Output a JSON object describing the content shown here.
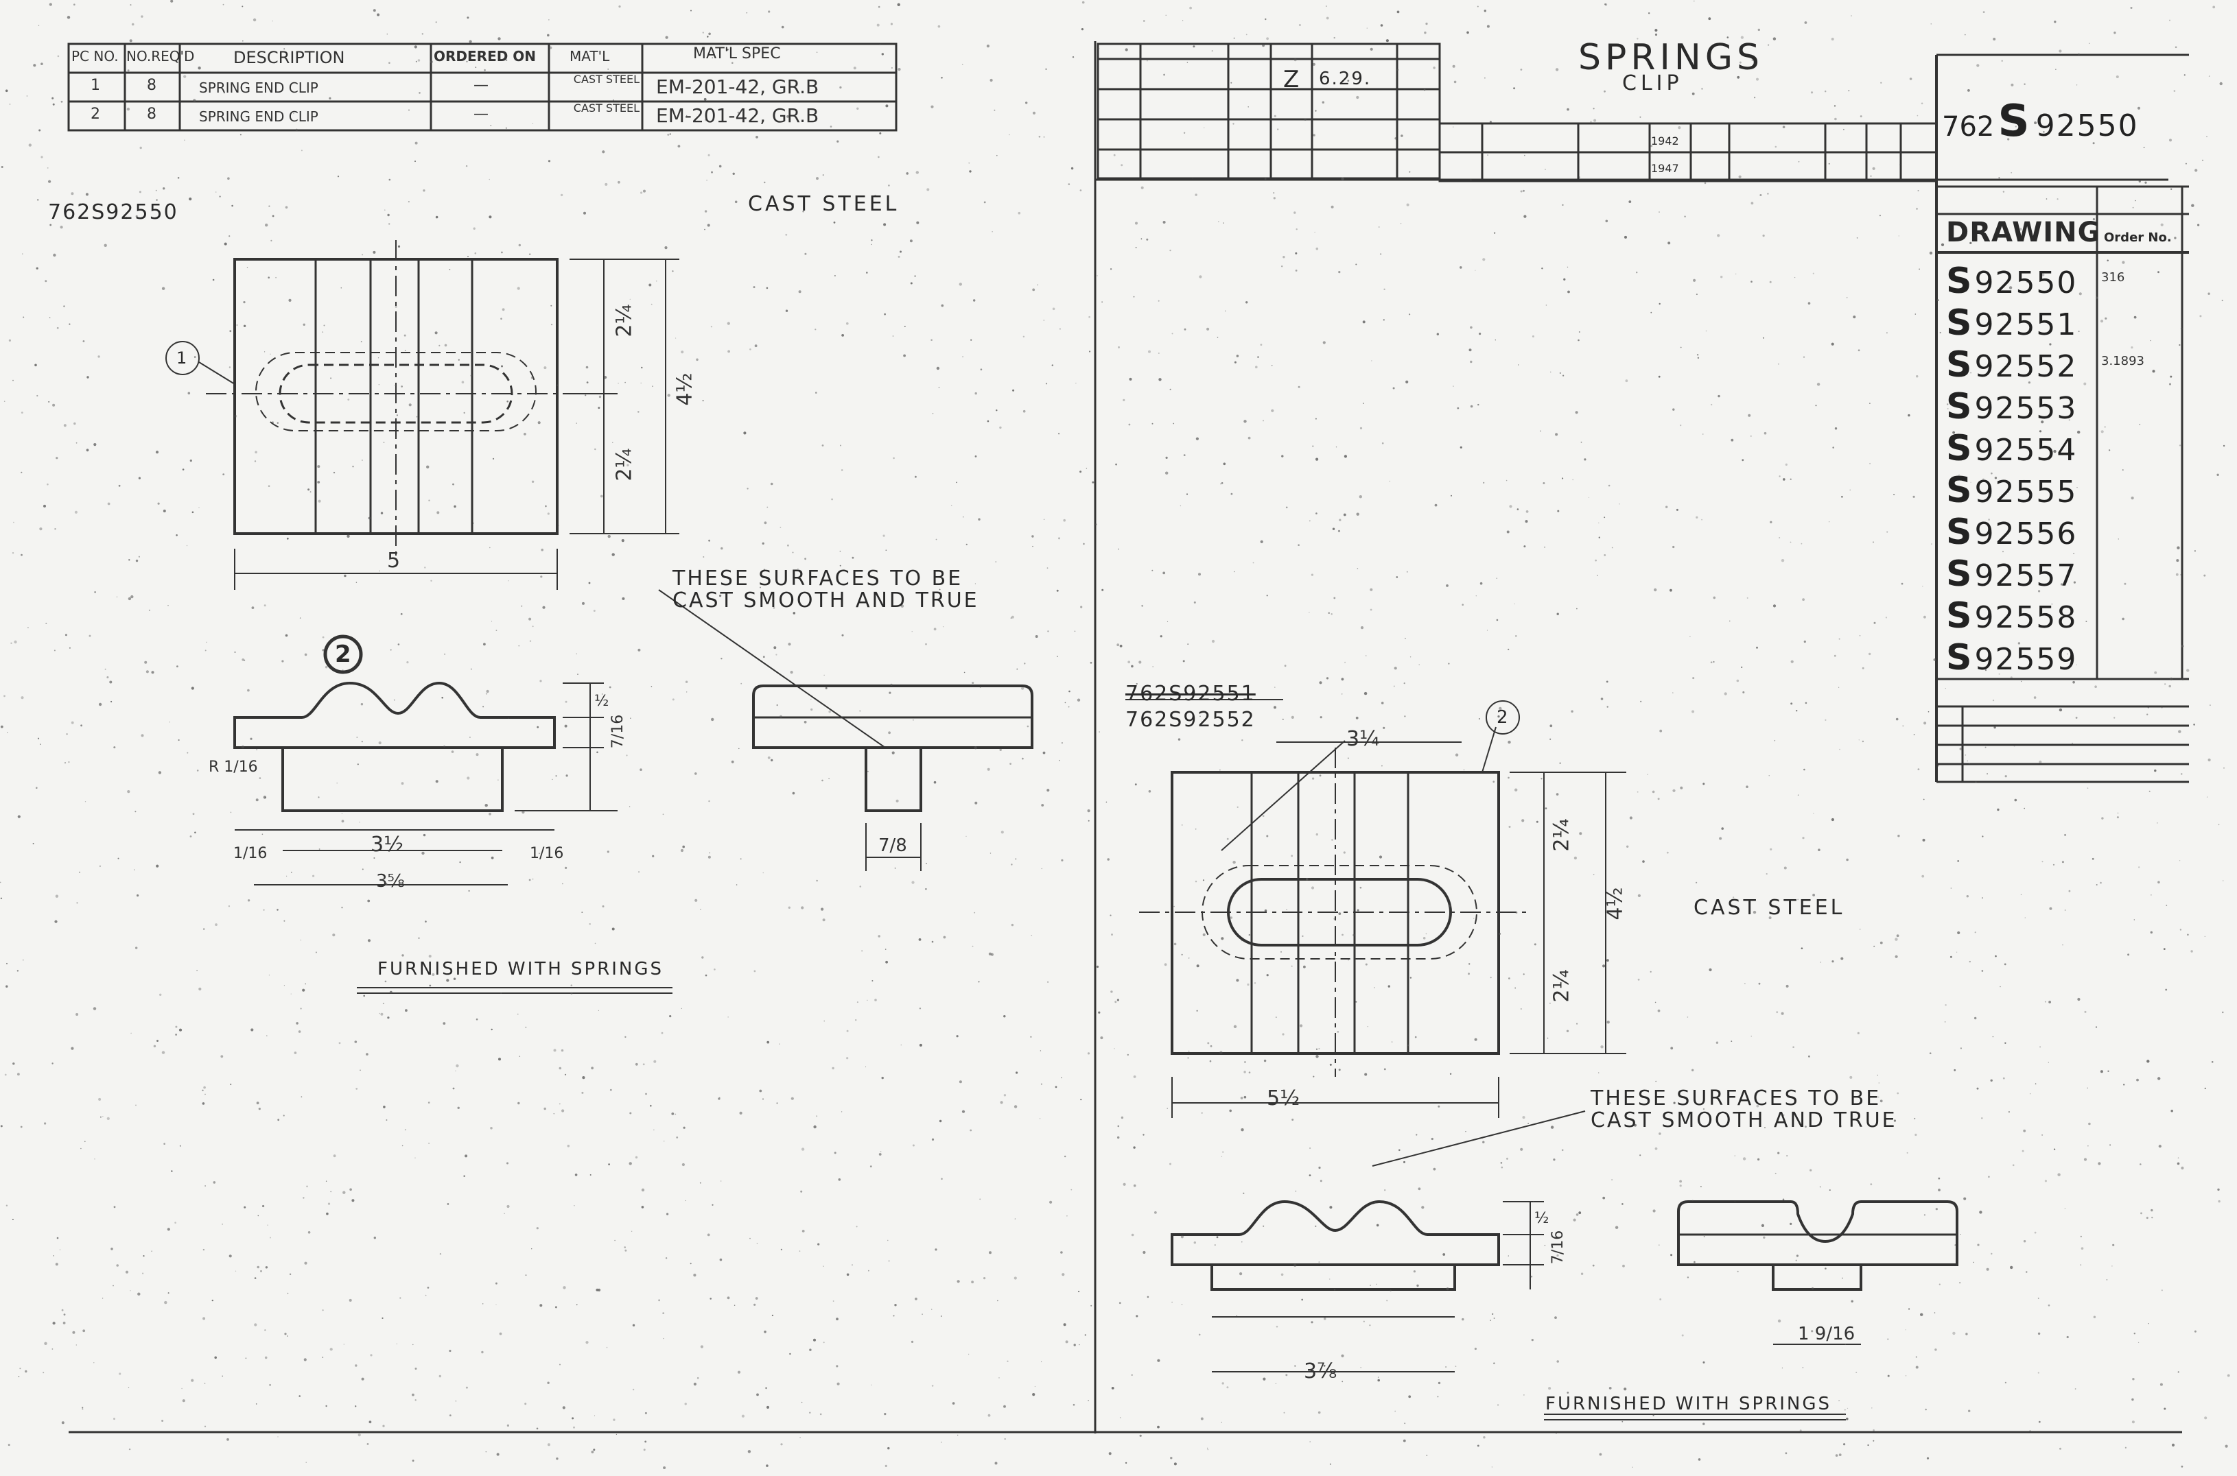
{
  "bill_of_materials": {
    "headers": {
      "pc_no": "PC NO.",
      "no_req": "NO.REQ'D",
      "description": "DESCRIPTION",
      "ordered_on": "ORDERED ON",
      "matl": "MAT'L",
      "matl_spec": "MAT'L SPEC"
    },
    "rows": [
      {
        "pc_no": "1",
        "no_req": "8",
        "description": "SPRING END CLIP",
        "ordered_on": "—",
        "matl": "CAST STEEL",
        "matl_spec": "EM-201-42, GR.B"
      },
      {
        "pc_no": "2",
        "no_req": "8",
        "description": "SPRING END CLIP",
        "ordered_on": "—",
        "matl": "CAST STEEL",
        "matl_spec": "EM-201-42, GR.B"
      }
    ]
  },
  "title_block": {
    "title": "SPRINGS",
    "subtitle": "CLIP",
    "drawing_prefix": "762",
    "drawing_letter": "S",
    "drawing_number": "92550",
    "revision_code": "Z",
    "revision_date": "6.29.",
    "drawing_label": "DRAWING",
    "order_label": "Order No.",
    "year_1": "1942",
    "year_2": "1947"
  },
  "drawing_list": [
    {
      "letter": "S",
      "number": "92550",
      "order": "316"
    },
    {
      "letter": "S",
      "number": "92551",
      "order": ""
    },
    {
      "letter": "S",
      "number": "92552",
      "order": "3.1893"
    },
    {
      "letter": "S",
      "number": "92553",
      "order": ""
    },
    {
      "letter": "S",
      "number": "92554",
      "order": ""
    },
    {
      "letter": "S",
      "number": "92555",
      "order": ""
    },
    {
      "letter": "S",
      "number": "92556",
      "order": ""
    },
    {
      "letter": "S",
      "number": "92557",
      "order": ""
    },
    {
      "letter": "S",
      "number": "92558",
      "order": ""
    },
    {
      "letter": "S",
      "number": "92559",
      "order": ""
    }
  ],
  "left_view": {
    "ref_number": "762S92550",
    "material_note": "CAST STEEL",
    "callout_piece_1": "1",
    "callout_piece_2": "2",
    "surface_note_1": "THESE SURFACES TO BE",
    "surface_note_2": "CAST SMOOTH AND TRUE",
    "furnished_note": "FURNISHED WITH SPRINGS",
    "dims": {
      "width": "5",
      "height_top": "2¼",
      "height_bottom": "2¼",
      "overall_height": "4½",
      "base": "3½",
      "base_total": "3⅝",
      "edge_left": "1/16",
      "edge_right": "1/16",
      "thick": "½",
      "rib": "7/16",
      "r": "R 1/16",
      "flange": "7/8"
    }
  },
  "right_view": {
    "ref_number_struck": "762S92551",
    "ref_number": "762S92552",
    "material_note": "CAST STEEL",
    "callout_piece": "2",
    "surface_note_1": "THESE SURFACES TO BE",
    "surface_note_2": "CAST SMOOTH AND TRUE",
    "furnished_note": "FURNISHED WITH SPRINGS",
    "dims": {
      "width": "5½",
      "height_top": "2¼",
      "height_bottom": "2¼",
      "overall_height": "4½",
      "top": "3¼",
      "base": "3⅞",
      "thick": "½",
      "rib": "7/16",
      "flange": "1 9/16"
    }
  }
}
